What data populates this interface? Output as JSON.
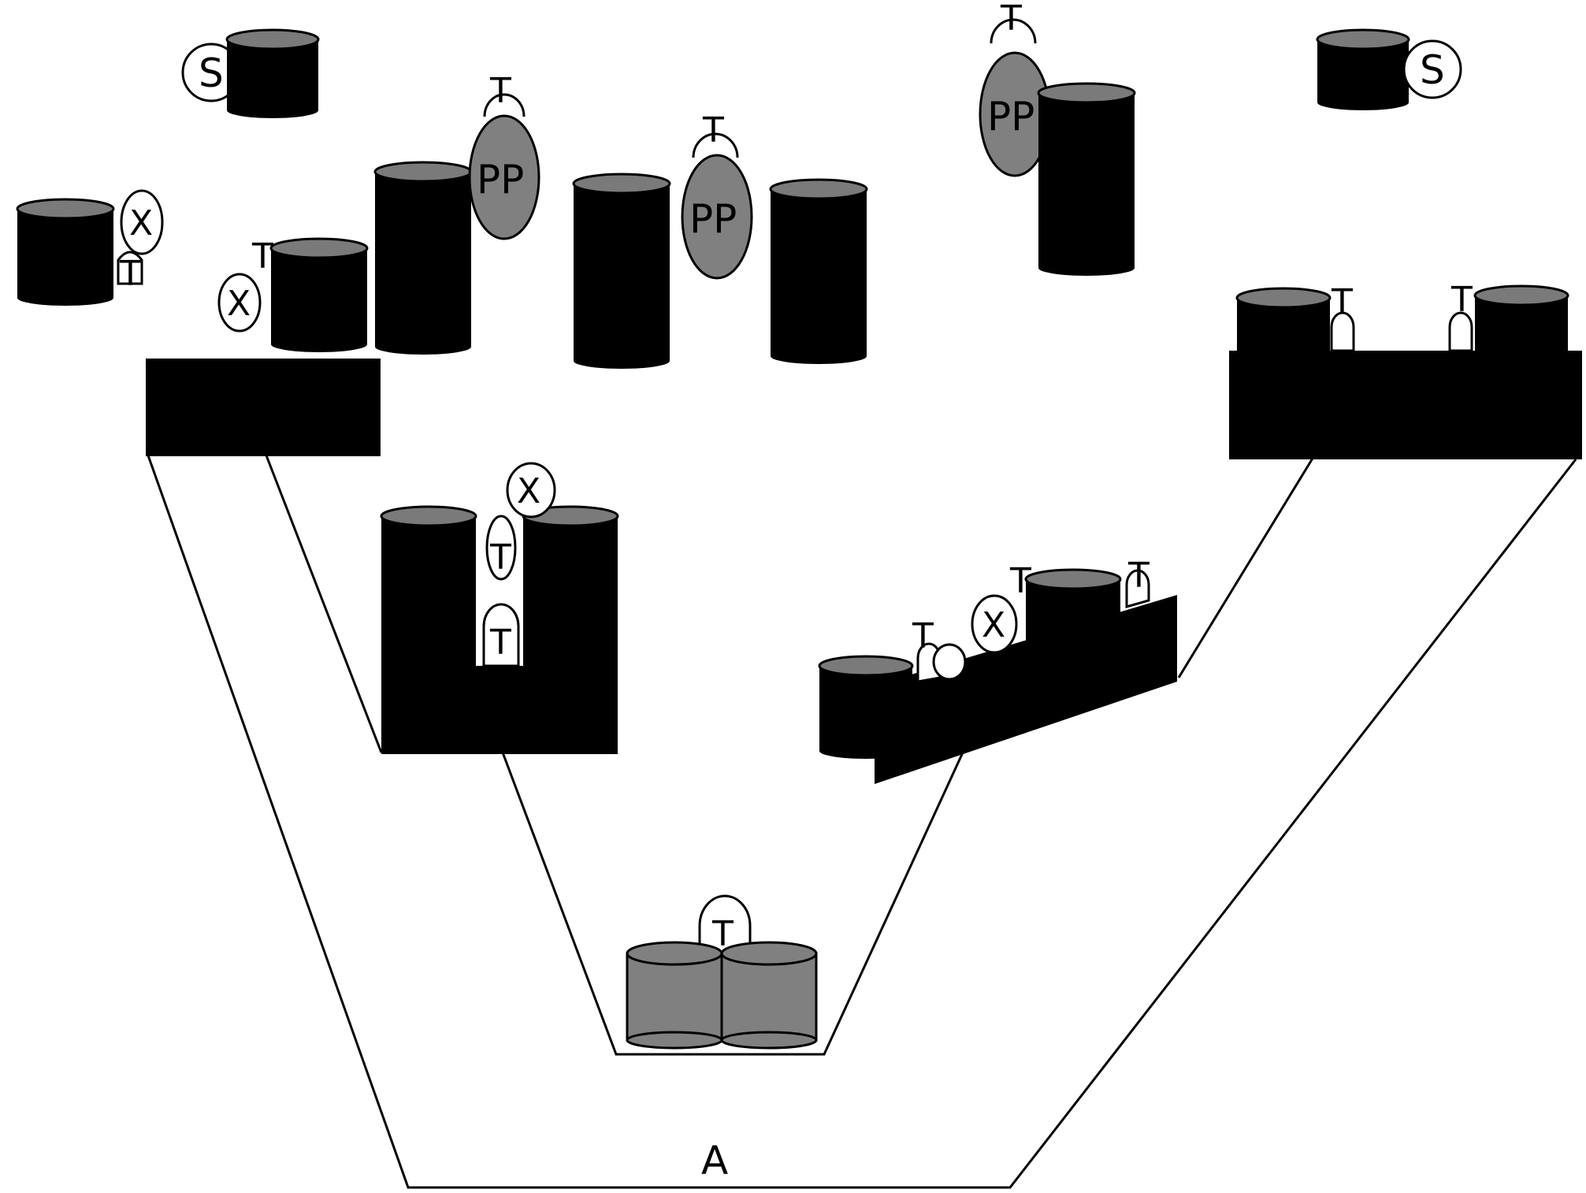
{
  "labels": {
    "s": "S",
    "pp": "PP",
    "t": "T",
    "x": "X",
    "a": "A"
  },
  "colors": {
    "background": "#ffffff",
    "ink": "#000000",
    "tank_top": "#7a7a7a",
    "pump_fill": "#808080",
    "outline": "#000000"
  }
}
